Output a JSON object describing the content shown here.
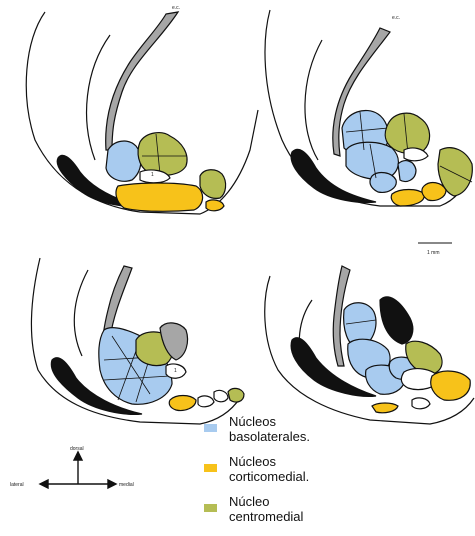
{
  "labels": {
    "panel_a_top": "e.c.",
    "panel_b_top": "e.c.",
    "scale_bar": "1 mm",
    "marker_a": "1",
    "marker_c": "1"
  },
  "orientation": {
    "dorsal": "dorsal",
    "lateral": "lateral",
    "medial": "medial"
  },
  "legend": [
    {
      "line1": "Núcleos",
      "line2": "basolaterales.",
      "color": "#a8cbef"
    },
    {
      "line1": "Núcleos",
      "line2": "corticomedial.",
      "color": "#f7c21a"
    },
    {
      "line1": "Núcleo",
      "line2": "centromedial",
      "color": "#b5bd54"
    }
  ],
  "colors": {
    "basolateral": "#a8cbef",
    "corticomedial": "#f7c21a",
    "centromedial": "#b5bd54",
    "gray": "#a6a6a6",
    "black": "#111111"
  }
}
